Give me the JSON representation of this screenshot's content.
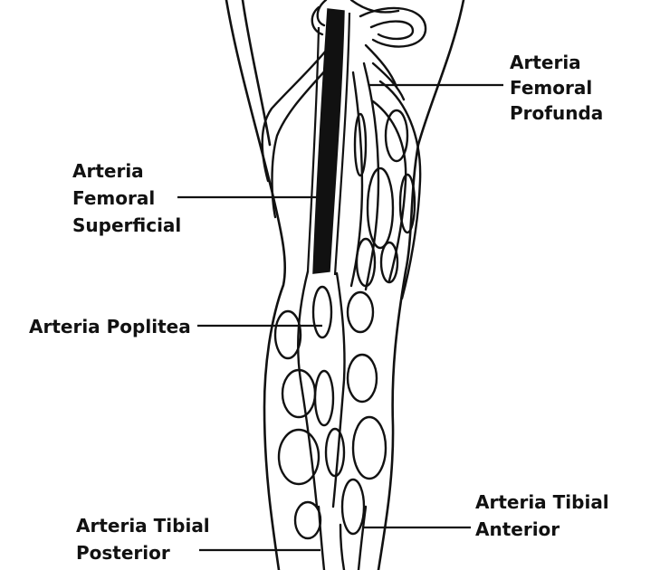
{
  "labels": {
    "femoral_profunda": [
      "Arteria",
      "Femoral",
      "Profunda"
    ],
    "femoral_superficial": [
      "Arteria",
      "Femoral",
      "Superficial"
    ],
    "poplitea": [
      "Arteria Poplitea"
    ],
    "tibial_anterior": [
      "Arteria Tibial",
      "Anterior"
    ],
    "tibial_posterior": [
      "Arteria Tibial",
      "Posterior"
    ]
  },
  "colors": {
    "ink": "#111111",
    "background": "#ffffff"
  }
}
